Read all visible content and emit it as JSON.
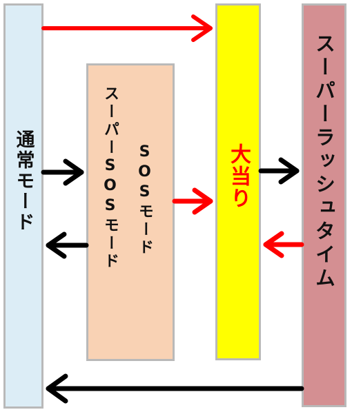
{
  "nodes": {
    "normal_mode": "通常モード",
    "sos_mode": "SOSモード",
    "super_sos_mode": "スーパーSOSモード",
    "jackpot": "大当り",
    "super_rush": "スーパーラッシュタイム"
  },
  "colors": {
    "normal_box": "#dcedf6",
    "sos_box": "#f9d2b4",
    "jackpot_box": "#ffff00",
    "rush_box": "#d48f92",
    "red_arrow": "#ff0000",
    "black_arrow": "#000000"
  },
  "edges": [
    {
      "from": "normal_mode",
      "to": "jackpot",
      "color": "red"
    },
    {
      "from": "normal_mode",
      "to": "sos_mode",
      "color": "black"
    },
    {
      "from": "sos_mode",
      "to": "normal_mode",
      "color": "black"
    },
    {
      "from": "sos_mode",
      "to": "jackpot",
      "color": "red"
    },
    {
      "from": "jackpot",
      "to": "super_rush",
      "color": "black"
    },
    {
      "from": "super_rush",
      "to": "jackpot",
      "color": "red"
    },
    {
      "from": "super_rush",
      "to": "normal_mode",
      "color": "black"
    }
  ]
}
